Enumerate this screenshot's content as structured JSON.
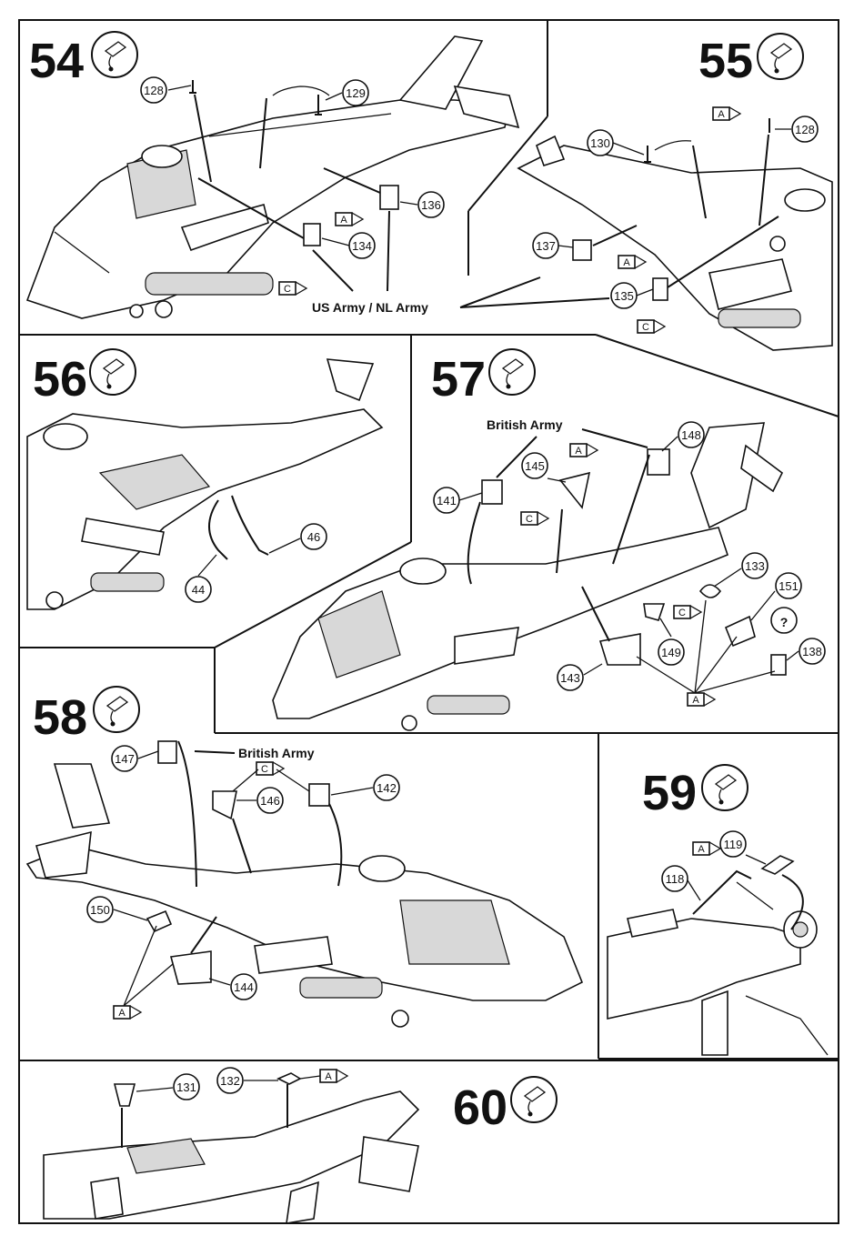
{
  "steps": [
    {
      "number": "54",
      "icon": "glue-icon"
    },
    {
      "number": "55",
      "icon": "glue-icon"
    },
    {
      "number": "56",
      "icon": "glue-icon"
    },
    {
      "number": "57",
      "icon": "glue-icon"
    },
    {
      "number": "58",
      "icon": "glue-icon"
    },
    {
      "number": "59",
      "icon": "glue-icon"
    },
    {
      "number": "60",
      "icon": "glue-icon"
    }
  ],
  "labels": {
    "us_nl_army": "US Army / NL Army",
    "british_army_57": "British Army",
    "british_army_58": "British Army"
  },
  "flags": {
    "a": "A",
    "c": "C"
  },
  "parts": {
    "p128a": "128",
    "p129": "129",
    "p136": "136",
    "p134": "134",
    "p130": "130",
    "p128b": "128",
    "p137": "137",
    "p135": "135",
    "p44": "44",
    "p46": "46",
    "p148": "148",
    "p145": "145",
    "p141": "141",
    "p133": "133",
    "p151": "151",
    "p149": "149",
    "p143": "143",
    "p138": "138",
    "p147": "147",
    "p146": "146",
    "p142": "142",
    "p150": "150",
    "p144": "144",
    "p119": "119",
    "p118": "118",
    "p131": "131",
    "p132": "132"
  },
  "question_mark": "?"
}
